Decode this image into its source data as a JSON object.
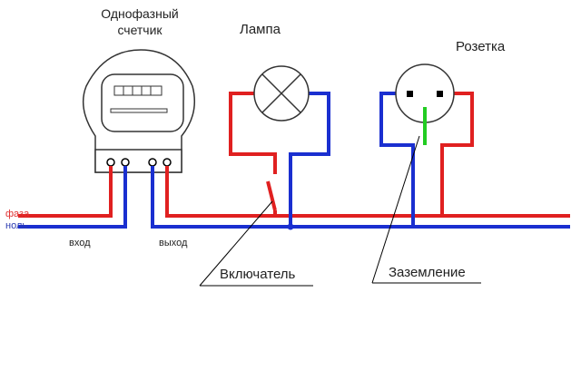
{
  "labels": {
    "meter_title_1": "Однофазный",
    "meter_title_2": "счетчик",
    "lamp": "Лампа",
    "socket": "Розетка",
    "phase": "фаза",
    "neutral": "ноль",
    "input": "вход",
    "output": "выход",
    "switch": "Включатель",
    "ground": "Заземление"
  },
  "colors": {
    "phase_wire": "#e02020",
    "neutral_wire": "#1a2fd0",
    "ground_wire": "#22cc22",
    "outline": "#333333",
    "terminal": "#000000"
  }
}
